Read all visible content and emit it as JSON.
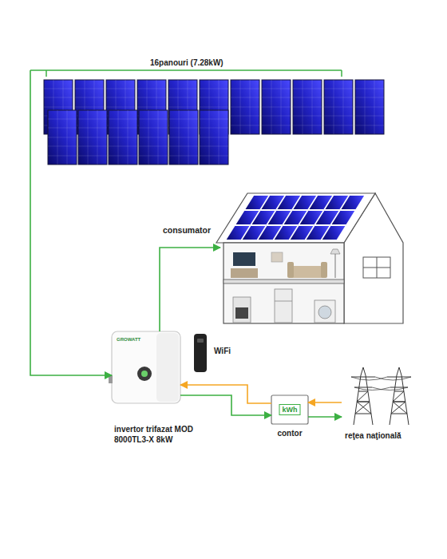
{
  "diagram": {
    "nodes": [
      {
        "text": [
          "16panouri (7.28kW)"
        ]
      },
      {
        "text": [
          "consumator"
        ]
      },
      {
        "text": [
          "invertor trifazat MOD 8000TL3-X 8kW"
        ]
      },
      {
        "text": [
          "kWh",
          "contor"
        ]
      },
      {
        "text": [
          "reţea naţională"
        ]
      }
    ],
    "edges": [
      {
        "from": 0,
        "to": 2,
        "arrow": "to"
      },
      {
        "from": 2,
        "to": 1,
        "arrow": "to"
      },
      {
        "from": 2,
        "to": 3,
        "arrow": "to"
      },
      {
        "from": 3,
        "to": 2,
        "arrow": "to"
      },
      {
        "from": 3,
        "to": 4,
        "arrow": "to"
      },
      {
        "from": 4,
        "to": 3,
        "arrow": "to"
      }
    ],
    "labels": [
      "GROWATT",
      "WiFi"
    ]
  }
}
